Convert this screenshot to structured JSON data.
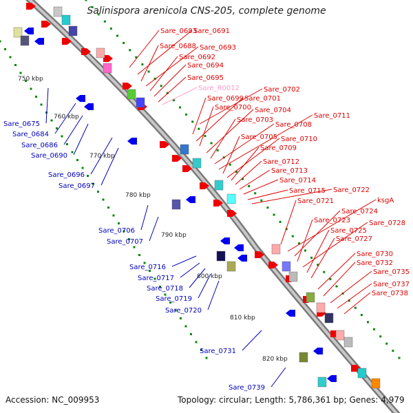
{
  "title": "Salinispora arenicola CNS-205, complete genome",
  "footer": {
    "accession": "Accession: NC_009953",
    "topology": "Topology: circular; Length: 5,786,361 bp; Genes: 4,979"
  },
  "scale_labels": [
    "750 kbp",
    "760 kbp",
    "770 kbp",
    "780 kbp",
    "790 kbp",
    "800 kbp",
    "810 kbp",
    "820 kbp"
  ],
  "left_genes": [
    "Sare_0675",
    "Sare_0684",
    "Sare_0686",
    "Sare_0690",
    "Sare_0696",
    "Sare_0697",
    "Sare_0706",
    "Sare_0707",
    "Sare_0716",
    "Sare_0717",
    "Sare_0718",
    "Sare_0719",
    "Sare_0720",
    "Sare_0731",
    "Sare_0739"
  ],
  "right_genes": [
    "Sare_0683",
    "Sare_0691",
    "Sare_0688",
    "Sare_0693",
    "Sare_0692",
    "Sare_0694",
    "Sare_0695",
    "Sare_R0012",
    "Sare_0702",
    "Sare_0699",
    "Sare_0701",
    "Sare_0700",
    "Sare_0704",
    "Sare_0703",
    "Sare_0708",
    "Sare_0711",
    "Sare_0705",
    "Sare_0710",
    "Sare_0709",
    "Sare_0712",
    "Sare_0713",
    "Sare_0714",
    "Sare_0715",
    "Sare_0722",
    "Sare_0721",
    "ksgA",
    "Sare_0724",
    "Sare_0723",
    "Sare_0728",
    "Sare_0725",
    "Sare_0727",
    "Sare_0730",
    "Sare_0732",
    "Sare_0735",
    "Sare_0737",
    "Sare_0738"
  ],
  "colors": {
    "forward_label": "#e00000",
    "reverse_label": "#0000bb",
    "rna_label": "#ff99cc",
    "forward_gene": "#ee0000",
    "reverse_gene": "#0000ee",
    "backbone": "#999999",
    "tick": "#008800"
  }
}
